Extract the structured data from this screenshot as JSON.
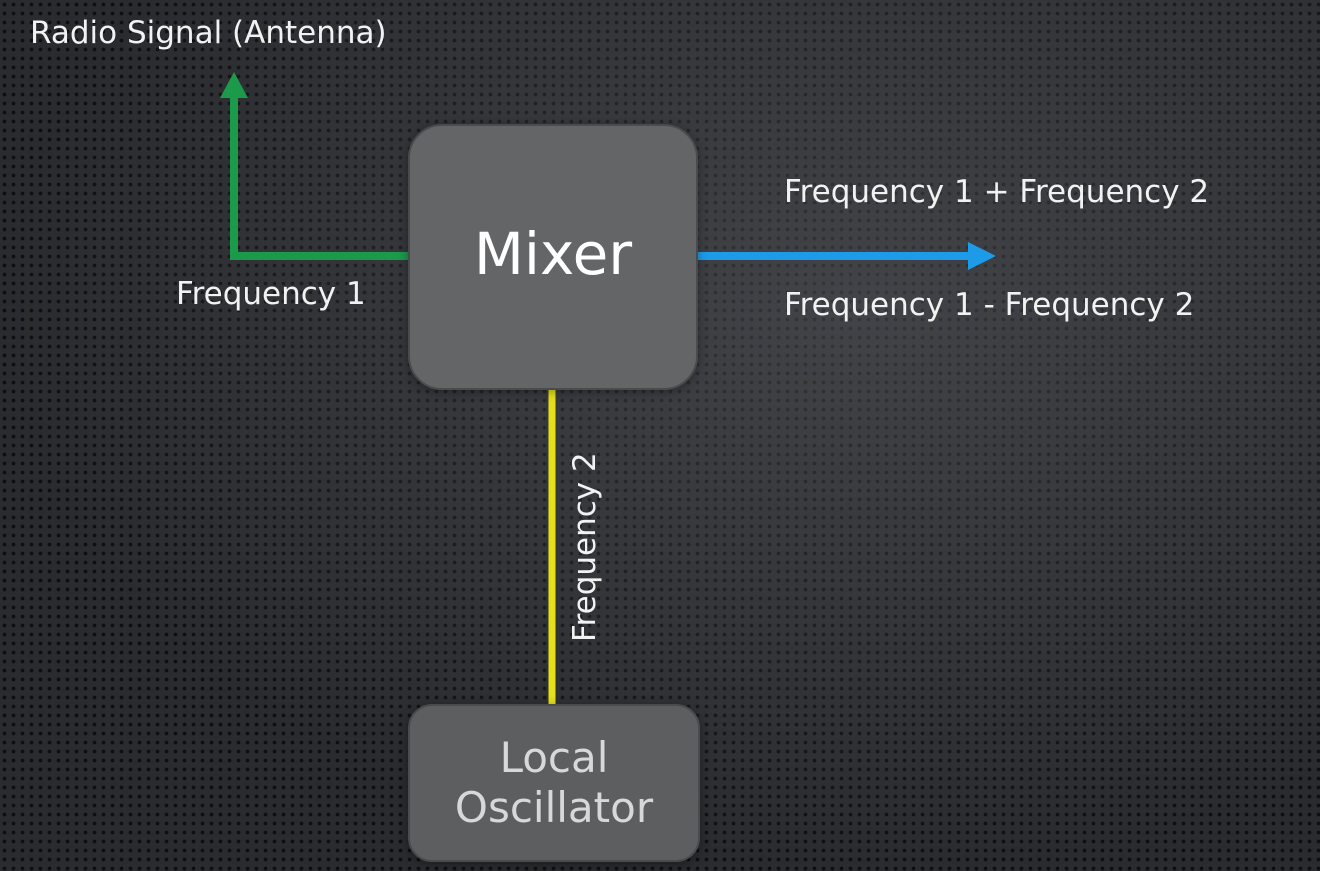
{
  "diagram": {
    "antenna_label": "Radio Signal (Antenna)",
    "input_label": "Frequency 1",
    "mixer_label": "Mixer",
    "output_sum_label": "Frequency 1 + Frequency 2",
    "output_diff_label": "Frequency 1 - Frequency 2",
    "lo_signal_label": "Frequency 2",
    "oscillator_label_line1": "Local",
    "oscillator_label_line2": "Oscillator"
  },
  "colors": {
    "antenna_wire": "#1a9a4a",
    "output_wire": "#1e9be8",
    "oscillator_wire": "#e6e01a",
    "block_fill": "#646566",
    "background": "#2a2b2e"
  }
}
